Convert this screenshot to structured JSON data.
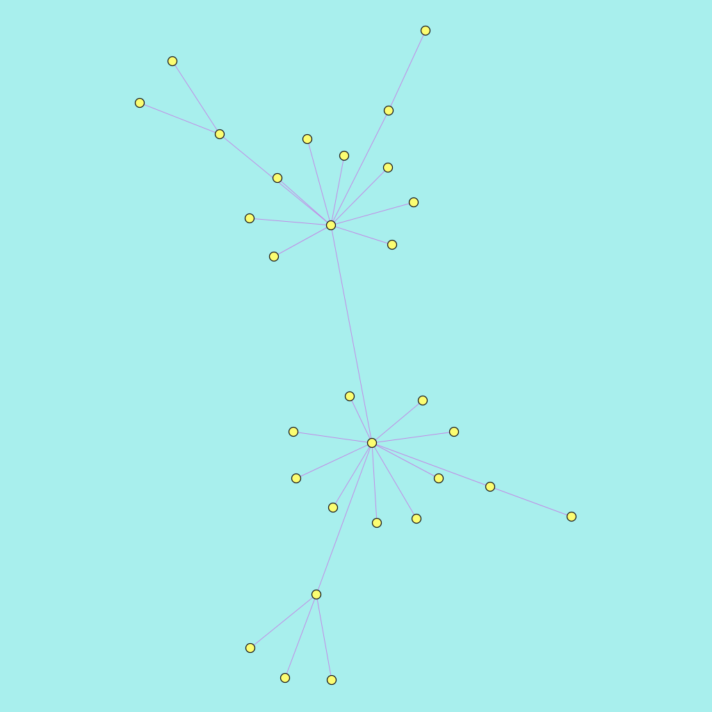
{
  "graph": {
    "background_color": "#a8efed",
    "node_fill": "#fbfd72",
    "node_stroke": "#1a1a1a",
    "edge_color": "#c28be6",
    "nodes": [
      {
        "id": "hub_top"
      },
      {
        "id": "t1"
      },
      {
        "id": "t2"
      },
      {
        "id": "t3"
      },
      {
        "id": "t4"
      },
      {
        "id": "t5"
      },
      {
        "id": "t6"
      },
      {
        "id": "t7"
      },
      {
        "id": "t8"
      },
      {
        "id": "t9"
      },
      {
        "id": "t10"
      },
      {
        "id": "t11"
      },
      {
        "id": "t12"
      },
      {
        "id": "t13"
      },
      {
        "id": "hub_mid"
      },
      {
        "id": "m1"
      },
      {
        "id": "m2"
      },
      {
        "id": "m3"
      },
      {
        "id": "m4"
      },
      {
        "id": "m5"
      },
      {
        "id": "m6"
      },
      {
        "id": "m7"
      },
      {
        "id": "m8"
      },
      {
        "id": "m9"
      },
      {
        "id": "m10"
      },
      {
        "id": "m11"
      },
      {
        "id": "hub_low"
      },
      {
        "id": "b1"
      },
      {
        "id": "b2"
      },
      {
        "id": "b3"
      }
    ],
    "edges": [
      [
        "hub_top",
        "t1"
      ],
      [
        "hub_top",
        "t2"
      ],
      [
        "hub_top",
        "t3"
      ],
      [
        "hub_top",
        "t4"
      ],
      [
        "hub_top",
        "t5"
      ],
      [
        "hub_top",
        "t6"
      ],
      [
        "hub_top",
        "t7"
      ],
      [
        "hub_top",
        "t8"
      ],
      [
        "hub_top",
        "t9"
      ],
      [
        "t9",
        "t10"
      ],
      [
        "t9",
        "t11"
      ],
      [
        "hub_top",
        "t12"
      ],
      [
        "t12",
        "t13"
      ],
      [
        "hub_top",
        "hub_mid"
      ],
      [
        "hub_mid",
        "m1"
      ],
      [
        "hub_mid",
        "m2"
      ],
      [
        "hub_mid",
        "m3"
      ],
      [
        "hub_mid",
        "m4"
      ],
      [
        "hub_mid",
        "m5"
      ],
      [
        "hub_mid",
        "m6"
      ],
      [
        "hub_mid",
        "m7"
      ],
      [
        "hub_mid",
        "m8"
      ],
      [
        "hub_mid",
        "m9"
      ],
      [
        "hub_mid",
        "m10"
      ],
      [
        "m10",
        "m11"
      ],
      [
        "hub_mid",
        "hub_low"
      ],
      [
        "hub_low",
        "b1"
      ],
      [
        "hub_low",
        "b2"
      ],
      [
        "hub_low",
        "b3"
      ]
    ]
  }
}
